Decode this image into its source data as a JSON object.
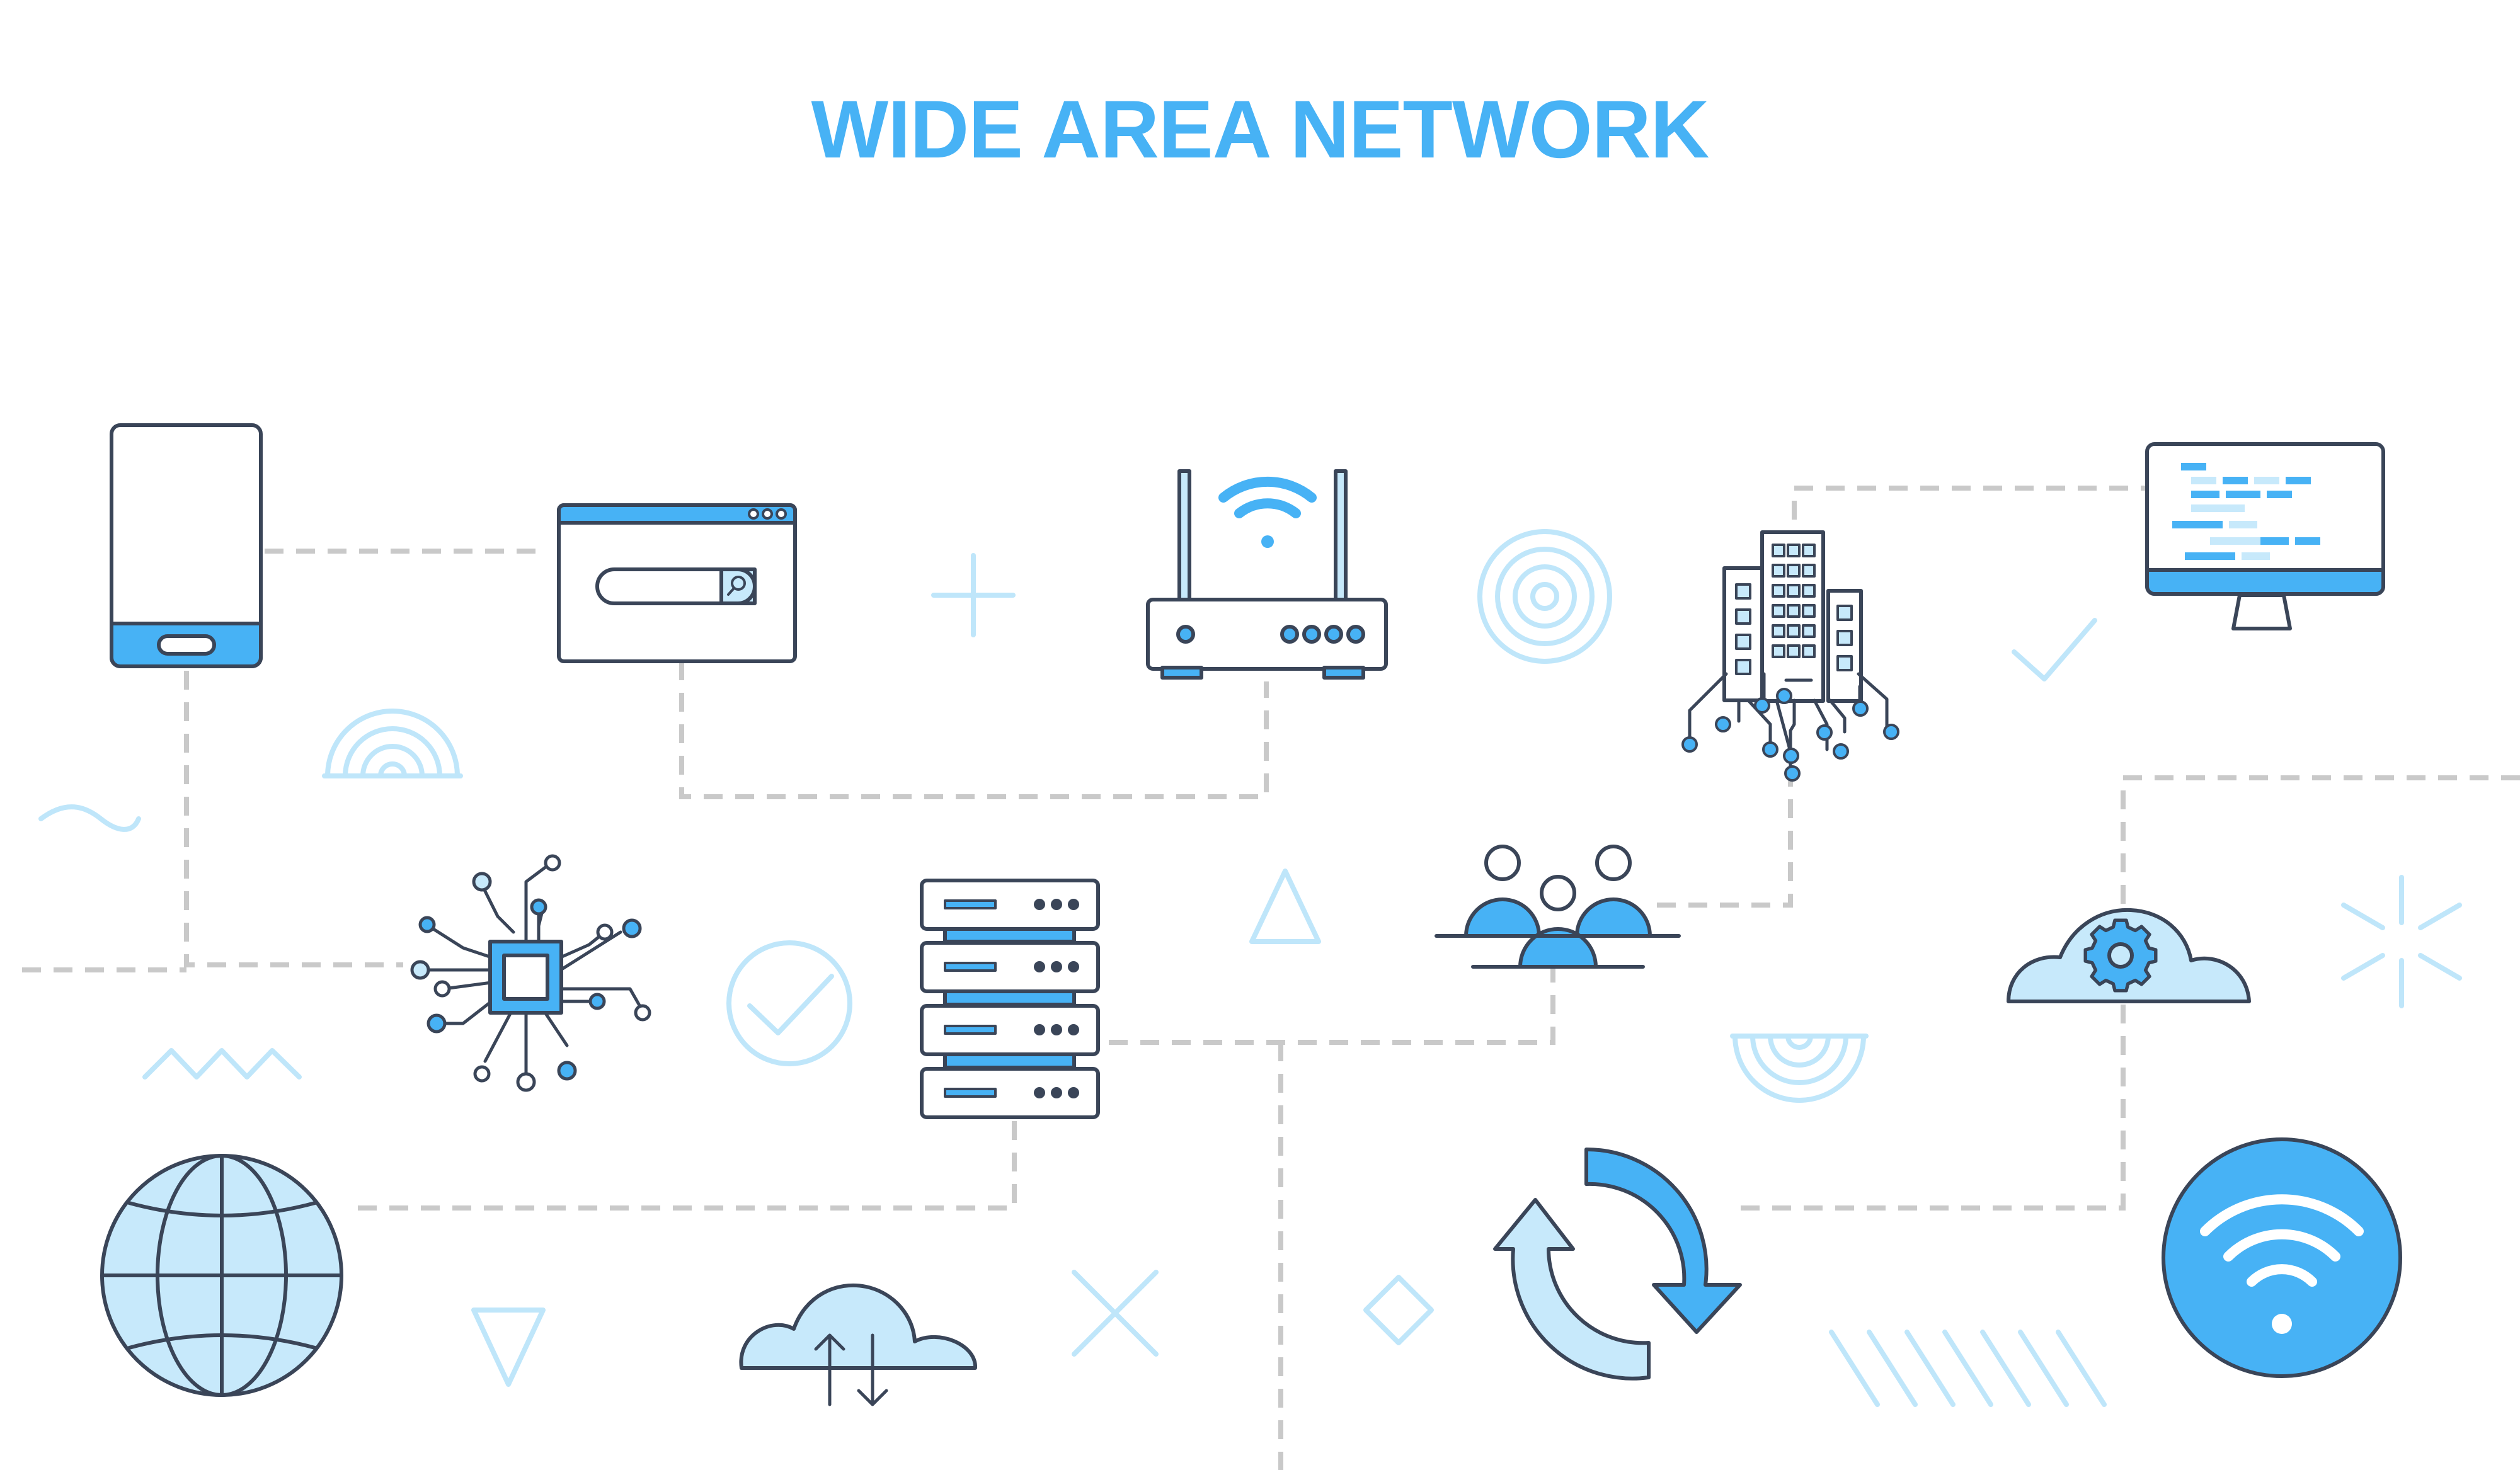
{
  "title": "WIDE AREA NETWORK",
  "colors": {
    "accent": "#47b2f5",
    "light": "#c7e9fb",
    "pale": "#bfe6fa",
    "outline": "#3a4558",
    "connector": "#c9c9c9",
    "background": "#ffffff"
  },
  "nodes": [
    {
      "id": "smartphone",
      "icon": "smartphone-icon"
    },
    {
      "id": "browser-search",
      "icon": "browser-search-icon"
    },
    {
      "id": "wifi-router",
      "icon": "wifi-router-icon"
    },
    {
      "id": "city-buildings",
      "icon": "city-network-icon"
    },
    {
      "id": "code-monitor",
      "icon": "code-monitor-icon"
    },
    {
      "id": "processor-chip",
      "icon": "processor-chip-icon"
    },
    {
      "id": "server-rack",
      "icon": "server-rack-icon"
    },
    {
      "id": "user-group",
      "icon": "user-group-icon"
    },
    {
      "id": "cloud-settings",
      "icon": "cloud-gear-icon"
    },
    {
      "id": "globe",
      "icon": "globe-icon"
    },
    {
      "id": "cloud-transfer",
      "icon": "cloud-transfer-icon"
    },
    {
      "id": "sync-arrows",
      "icon": "sync-arrows-icon"
    },
    {
      "id": "wifi-circle",
      "icon": "wifi-circle-icon"
    }
  ]
}
